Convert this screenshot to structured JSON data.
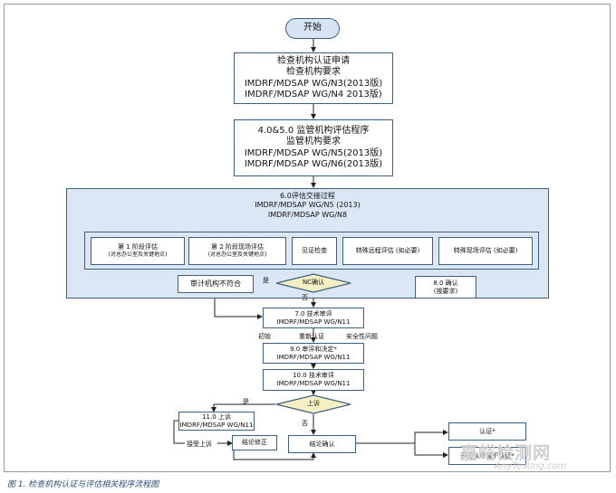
{
  "start": "开始",
  "box_app": {
    "line1": "检查机构认证申请",
    "line2": "检查机构要求",
    "line3": "IMDRF/MDSAP WG/N3(2013版)",
    "line4": "IMDRF/MDSAP WG/N4  2013版)"
  },
  "box_reg": {
    "line1": "4.0&5.0 监管机构评估程序",
    "line2": "监管机构要求",
    "line3": "IMDRF/MDSAP WG/N5(2013版)",
    "line4": "IMDRF/MDSAP WG/N6(2013版)"
  },
  "region": {
    "line1": "6.0评估交接过程",
    "line2": "IMDRF/MDSAP WG/N5 (2013)",
    "line3": "IMDRF/MDSAP WG/N8"
  },
  "stage1": {
    "line1": "第 1 阶段评估",
    "line2": "(对总办公室及关键地点)"
  },
  "stage2": {
    "line1": "第 2 阶段现场评估",
    "line2": "(对总办公室及关键地点)"
  },
  "witness": "见证检查",
  "special_remote": "特殊远程评估  (如必要)",
  "special_onsite": "特殊现场评估  (如必要)",
  "confirm": {
    "line1": "8.0  确认",
    "line2": "(按要求)"
  },
  "nc": "NC确认",
  "nonconform": "审计机构不符合",
  "yes1": "是",
  "no1": "否",
  "tech": {
    "line1": "7.0  技术审评",
    "line2": "IMDRF/MDSAP WG/N11"
  },
  "tech_labels": [
    "初始",
    "重新认证",
    "安全性问题"
  ],
  "review": {
    "line1": "9.0 审评和决定*",
    "line2": "IMDRF/MDSAP WG/N11"
  },
  "tech2": {
    "line1": "10.0 技术审评",
    "line2": "IMDRF/MDSAP WG/N11"
  },
  "appeal_dec": "上诉",
  "yes2": "是",
  "no2": "否",
  "appeal": {
    "line1": "11.0 上诉",
    "line2": "IMDRF/MDSAP WG/N11"
  },
  "accept_appeal": "接受上诉",
  "conclusion_fix": "结论修正",
  "conclusion_confirm": "结论确认",
  "cert": "认证*",
  "stop_cert": "停止认证或不认证*",
  "caption": "图 1. 检查机构认证与评估相关程序流程图",
  "watermark": "嘉峪检测网",
  "watermark_url": "AnyTesting.com"
}
